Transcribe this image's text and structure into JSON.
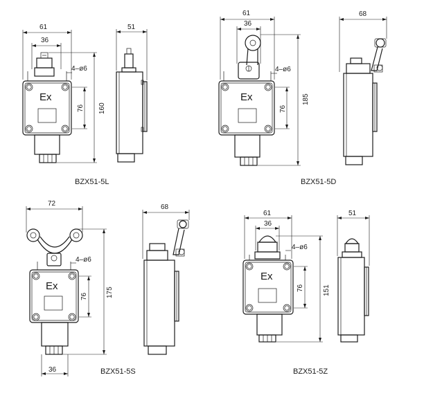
{
  "drawings": [
    {
      "model": "BZX51-5L",
      "width_dim": "61",
      "center_dim": "36",
      "holes": "4–ø6",
      "mount_dim": "76",
      "height_dim": "160",
      "side_dim": "51",
      "mark": "Ex"
    },
    {
      "model": "BZX51-5D",
      "width_dim": "61",
      "center_dim": "36",
      "holes": "4–ø6",
      "mount_dim": "76",
      "height_dim": "185",
      "side_dim": "68",
      "mark": "Ex"
    },
    {
      "model": "BZX51-5S",
      "width_dim": "72",
      "bottom_dim": "36",
      "holes": "4–ø6",
      "mount_dim": "76",
      "height_dim": "175",
      "side_dim": "68",
      "mark": "Ex"
    },
    {
      "model": "BZX51-5Z",
      "width_dim": "61",
      "center_dim": "36",
      "holes": "4–ø6",
      "mount_dim": "76",
      "height_dim": "151",
      "side_dim": "51",
      "mark": "Ex"
    }
  ]
}
